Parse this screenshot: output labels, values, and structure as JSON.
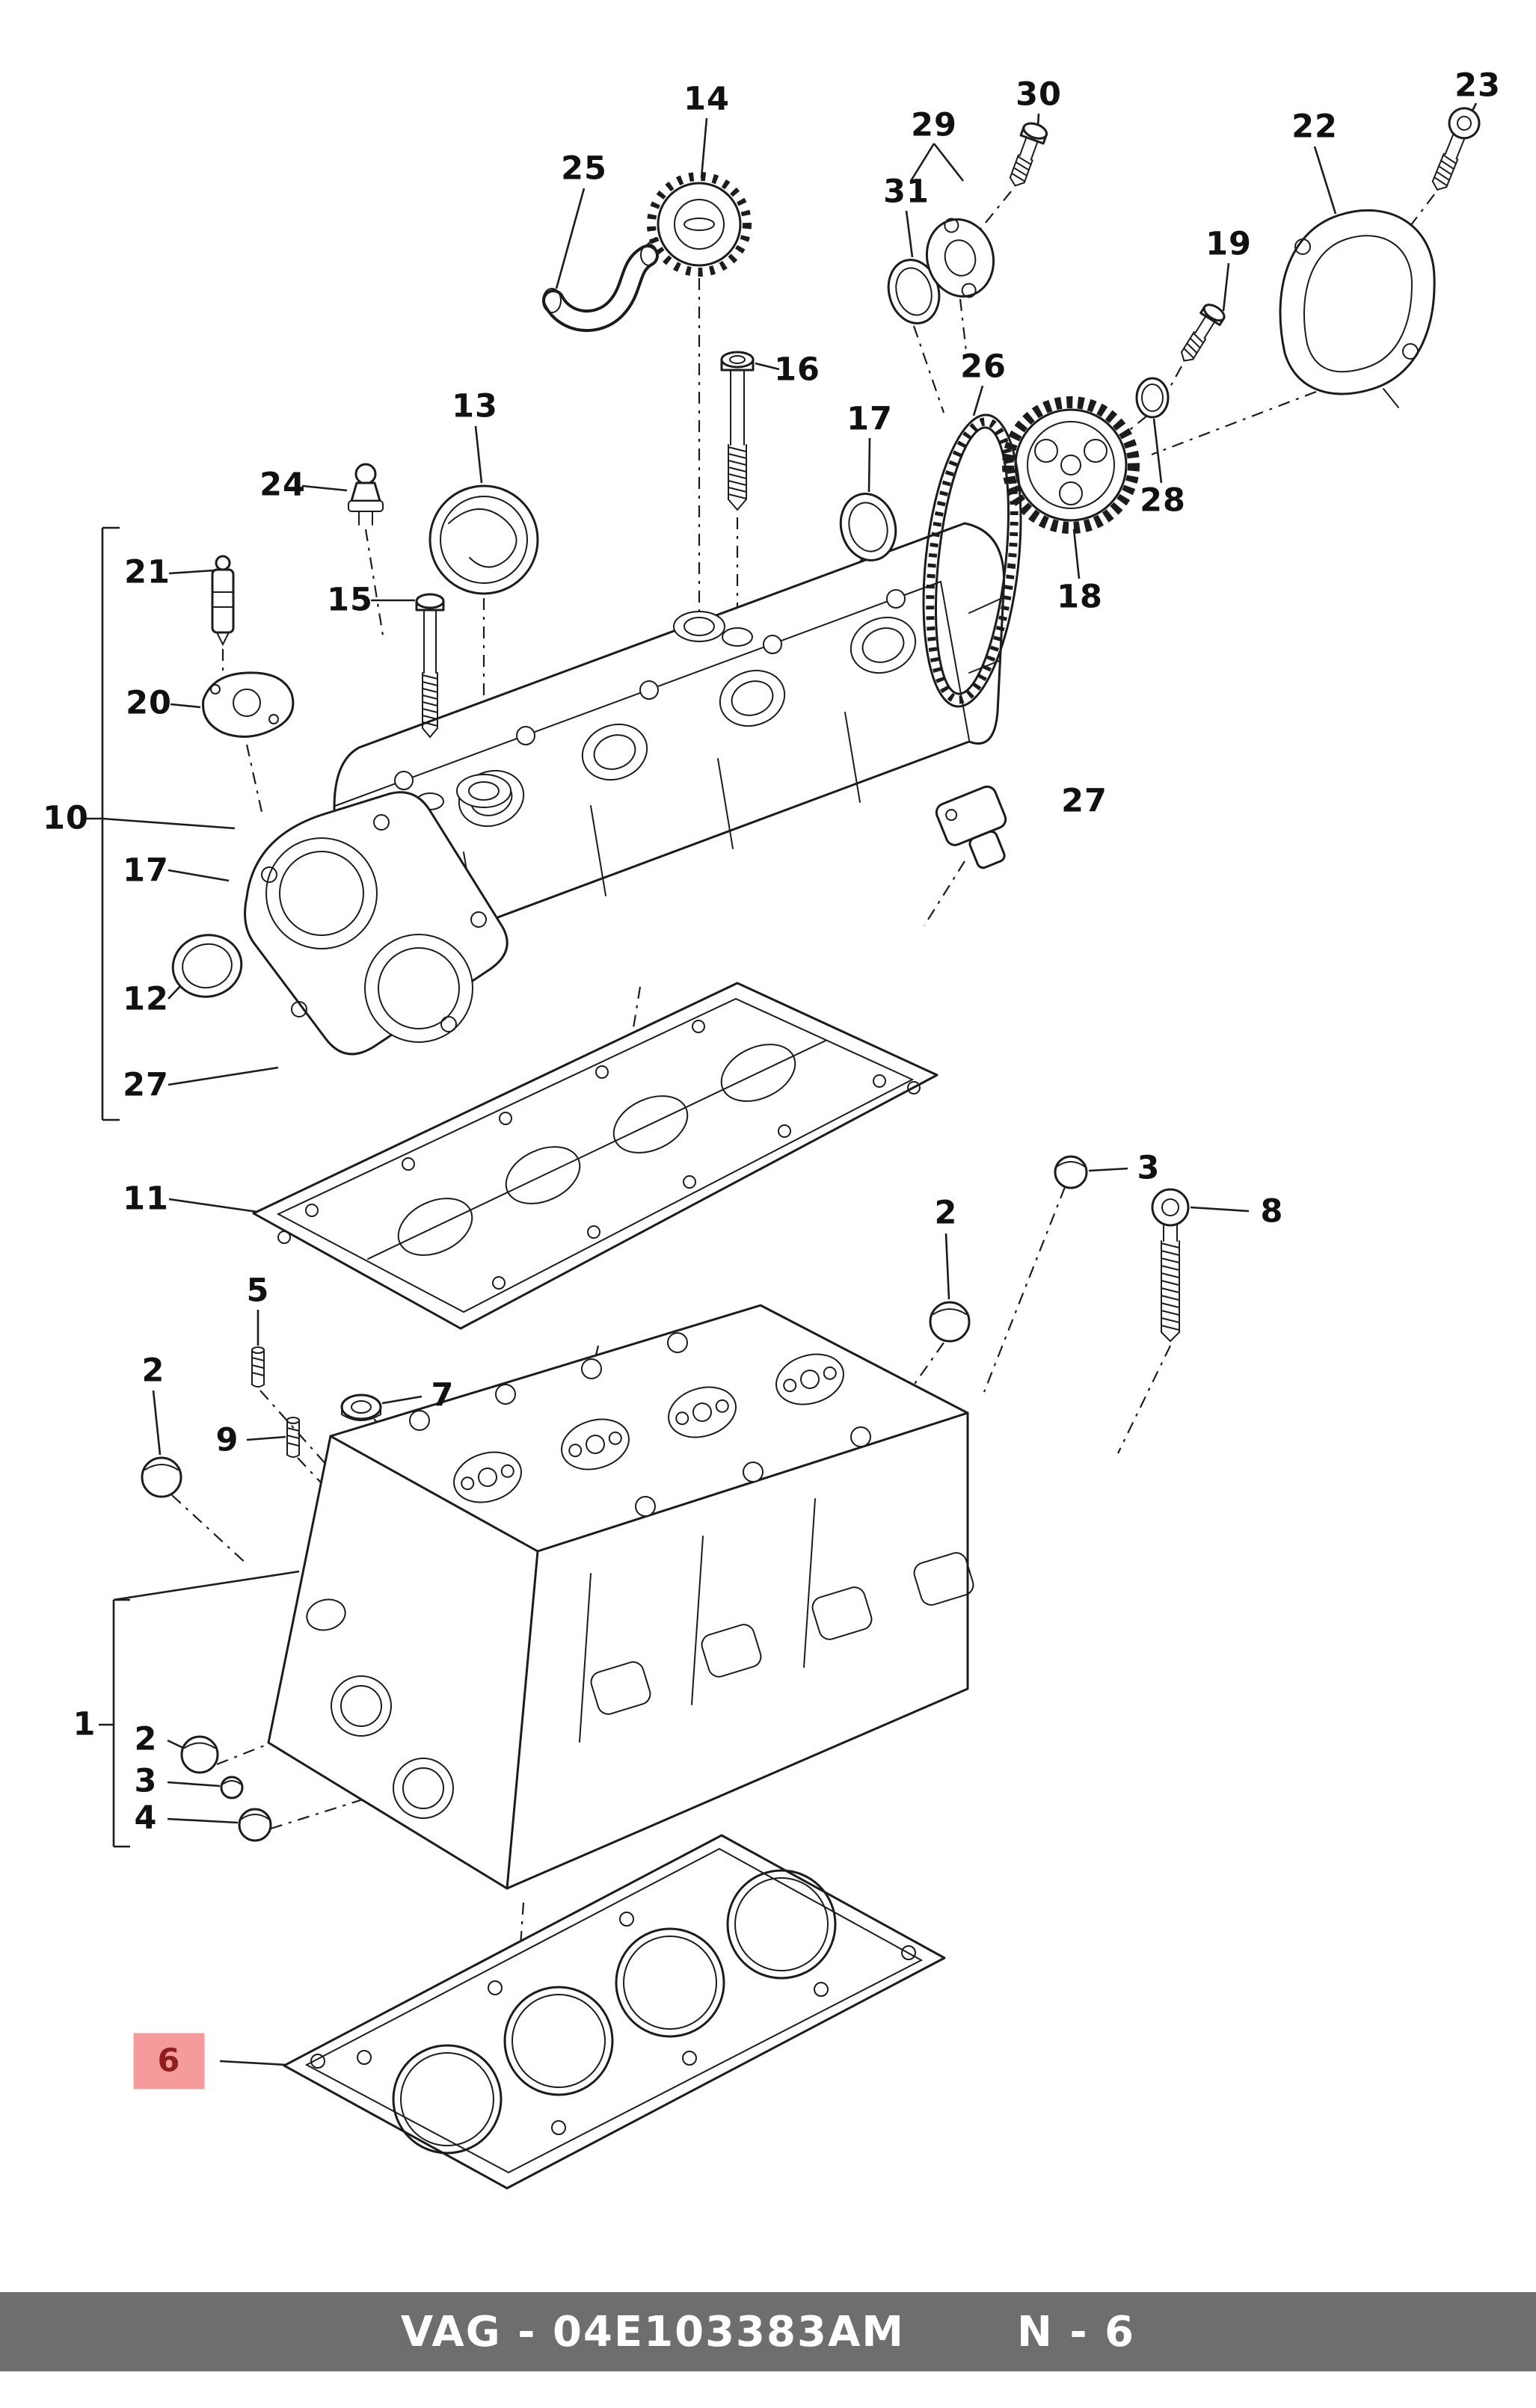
{
  "footer": {
    "brand": "VAG",
    "part_number": "04E103383AM",
    "catalog_text": "VAG - 04E103383AM",
    "page_ref": "N - 6",
    "background": "#6e6e6e",
    "text_color": "#ffffff"
  },
  "highlight": {
    "background": "#f59b9c",
    "text_color": "#8e1f1f",
    "highlighted_callout": "6"
  },
  "drawing": {
    "line_color": "#1c1c1c",
    "subject": "cylinder-head-exploded-view"
  },
  "callouts": [
    {
      "id": "14",
      "label": "14"
    },
    {
      "id": "25",
      "label": "25"
    },
    {
      "id": "29",
      "label": "29"
    },
    {
      "id": "31",
      "label": "31"
    },
    {
      "id": "30",
      "label": "30"
    },
    {
      "id": "22",
      "label": "22"
    },
    {
      "id": "23",
      "label": "23"
    },
    {
      "id": "19",
      "label": "19"
    },
    {
      "id": "16",
      "label": "16"
    },
    {
      "id": "13",
      "label": "13"
    },
    {
      "id": "24",
      "label": "24"
    },
    {
      "id": "17-top",
      "label": "17"
    },
    {
      "id": "26",
      "label": "26"
    },
    {
      "id": "28",
      "label": "28"
    },
    {
      "id": "18",
      "label": "18"
    },
    {
      "id": "21",
      "label": "21"
    },
    {
      "id": "15",
      "label": "15"
    },
    {
      "id": "20",
      "label": "20"
    },
    {
      "id": "10",
      "label": "10"
    },
    {
      "id": "17-left",
      "label": "17"
    },
    {
      "id": "27-right",
      "label": "27"
    },
    {
      "id": "12",
      "label": "12"
    },
    {
      "id": "27-left",
      "label": "27"
    },
    {
      "id": "11",
      "label": "11"
    },
    {
      "id": "3-right",
      "label": "3"
    },
    {
      "id": "8",
      "label": "8"
    },
    {
      "id": "2-mid",
      "label": "2"
    },
    {
      "id": "5",
      "label": "5"
    },
    {
      "id": "7",
      "label": "7"
    },
    {
      "id": "2-left",
      "label": "2"
    },
    {
      "id": "9",
      "label": "9"
    },
    {
      "id": "1",
      "label": "1"
    },
    {
      "id": "2-lower",
      "label": "2"
    },
    {
      "id": "3-lower",
      "label": "3"
    },
    {
      "id": "4",
      "label": "4"
    },
    {
      "id": "6",
      "label": "6",
      "highlighted": true
    }
  ]
}
